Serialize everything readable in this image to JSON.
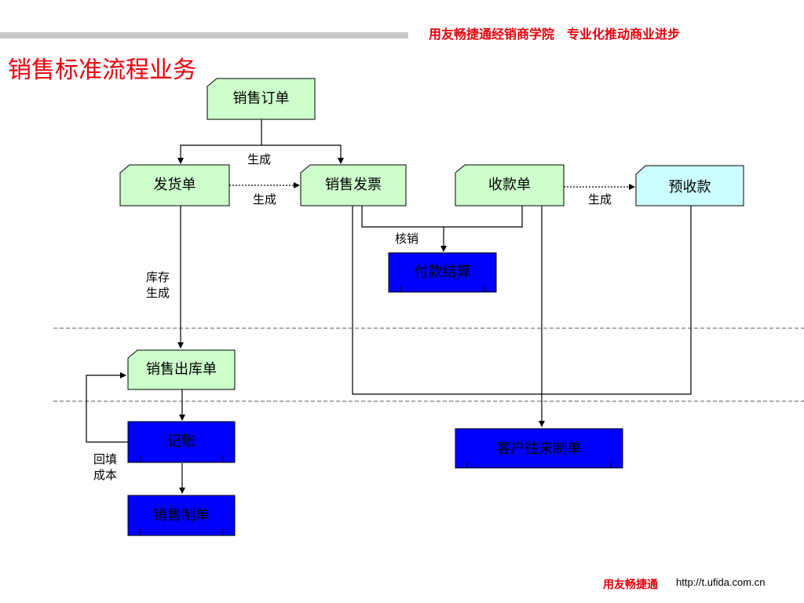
{
  "header": {
    "slogan": "用友畅捷通经销商学院　专业化推动商业进步",
    "title": "销售标准流程业务"
  },
  "colors": {
    "doc_fill": "#ccffcc",
    "prepay_fill": "#ccffff",
    "process_fill": "#0000ff",
    "accent": "#e8000b"
  },
  "nodes": {
    "sales_order": "销售订单",
    "delivery_note": "发货单",
    "sales_invoice": "销售发票",
    "receipt": "收款单",
    "prepayment": "预收款",
    "payment_settlement": "付款结算",
    "sales_outbound": "销售出库单",
    "bookkeeping": "记账",
    "sales_voucher": "销售制单",
    "customer_voucher": "客户往来制单"
  },
  "edge_labels": {
    "order_generate": "生成",
    "delivery_to_invoice": "生成",
    "receipt_to_prepay": "生成",
    "writeoff": "核销",
    "inventory_generate": "库存\n生成",
    "backfill_cost": "回填\n成本"
  },
  "footer": {
    "brand": "用友畅捷通",
    "url": "http://t.ufida.com.cn"
  }
}
